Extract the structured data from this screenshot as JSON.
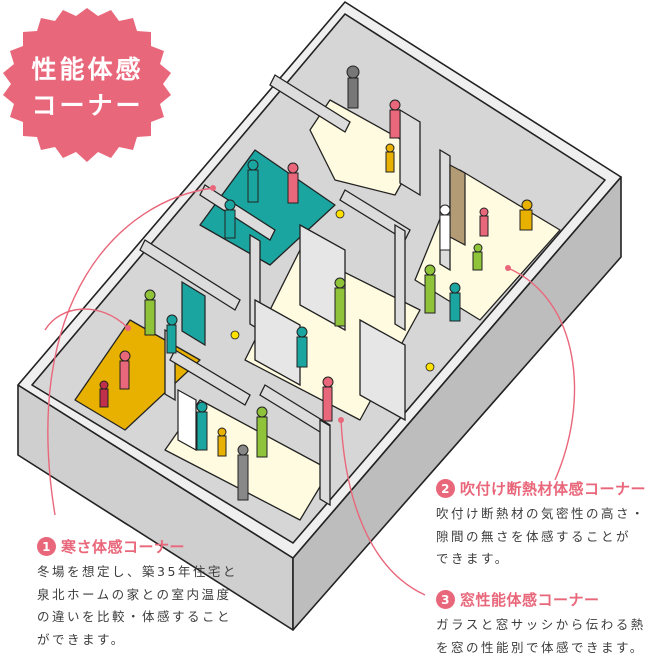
{
  "badge": {
    "line1": "性能体感",
    "line2": "コーナー",
    "color": "#e9677a"
  },
  "corners": [
    {
      "number": "1",
      "title": "寒さ体感コーナー",
      "description": [
        "冬場を想定し、築35年住宅と",
        "泉北ホームの家との室内温度",
        "の違いを比較・体感すること",
        "ができます。"
      ],
      "zone_color": "#e8b100"
    },
    {
      "number": "2",
      "title": "吹付け断熱材体感コーナー",
      "description": [
        "吹付け断熱材の気密性の高さ・",
        "隙間の無さを体感することが",
        "できます。"
      ],
      "zone_color": "#fffbe0"
    },
    {
      "number": "3",
      "title": "窓性能体感コーナー",
      "description": [
        "ガラスと窓サッシから伝わる熱",
        "を窓の性能別で体感できます。"
      ],
      "zone_color": "#fffbe0"
    }
  ],
  "colors": {
    "accent": "#e9677a",
    "teal_floor": "#1aa5a0",
    "yellow_floor": "#e8b100",
    "cream_floor": "#fffbe0",
    "wall_light": "#dcdcdc",
    "wall_dark": "#c4c4c4",
    "outline": "#222222"
  }
}
